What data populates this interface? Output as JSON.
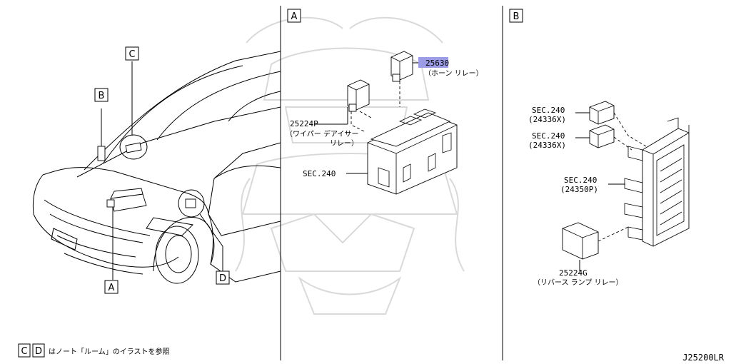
{
  "panels": {
    "a": {
      "label": "A"
    },
    "b": {
      "label": "B"
    }
  },
  "car_callouts": {
    "a": "A",
    "b": "B",
    "c": "C",
    "d": "D"
  },
  "footnote": {
    "box_c": "C",
    "box_d": "D",
    "text": "はノート「ルーム」のイラストを参照"
  },
  "panel_a_parts": {
    "horn_relay_number": "25630",
    "horn_relay_name": "（ホーン リレー）",
    "wiper_relay_number": "25224P",
    "wiper_relay_name_1": "（ワイパー デアイサー",
    "wiper_relay_name_2": "リレー）",
    "section_ref": "SEC.240"
  },
  "panel_b_parts": {
    "relay1_sec": "SEC.240",
    "relay1_part": "(24336X)",
    "relay2_sec": "SEC.240",
    "relay2_part": "(24336X)",
    "block_sec": "SEC.240",
    "block_part": "(24350P)",
    "reverse_relay_number": "25224G",
    "reverse_relay_name": "（リバース ランプ リレー）"
  },
  "diagram_code": "J25200LR",
  "colors": {
    "highlight": "#9c9ce6",
    "watermark": "#d9d9d9"
  }
}
